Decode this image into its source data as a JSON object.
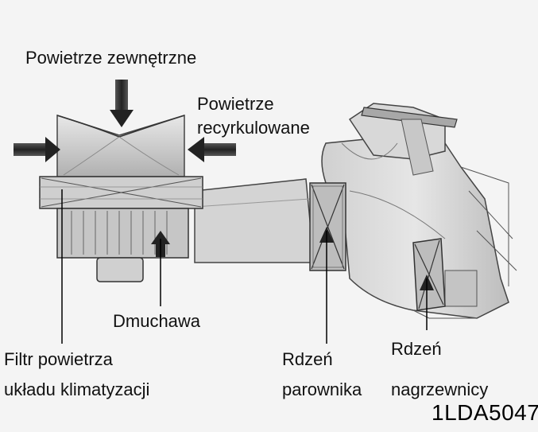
{
  "labels": {
    "outside_air": "Powietrze zewnętrzne",
    "recirc_line1": "Powietrze",
    "recirc_line2": "recyrkulowane",
    "blower": "Dmuchawa",
    "filter_line1": "Filtr powietrza",
    "filter_line2": "układu klimatyzacji",
    "evap_line1": "Rdzeń",
    "evap_line2": "parownika",
    "heater_line1": "Rdzeń",
    "heater_line2": "nagrzewnicy"
  },
  "figure_code": "1LDA5047",
  "colors": {
    "background": "#f4f4f4",
    "body_light": "#dcdcdc",
    "body_mid": "#b8b8b8",
    "body_dark": "#8a8a8a",
    "outline": "#333333",
    "arrow": "#222222"
  }
}
